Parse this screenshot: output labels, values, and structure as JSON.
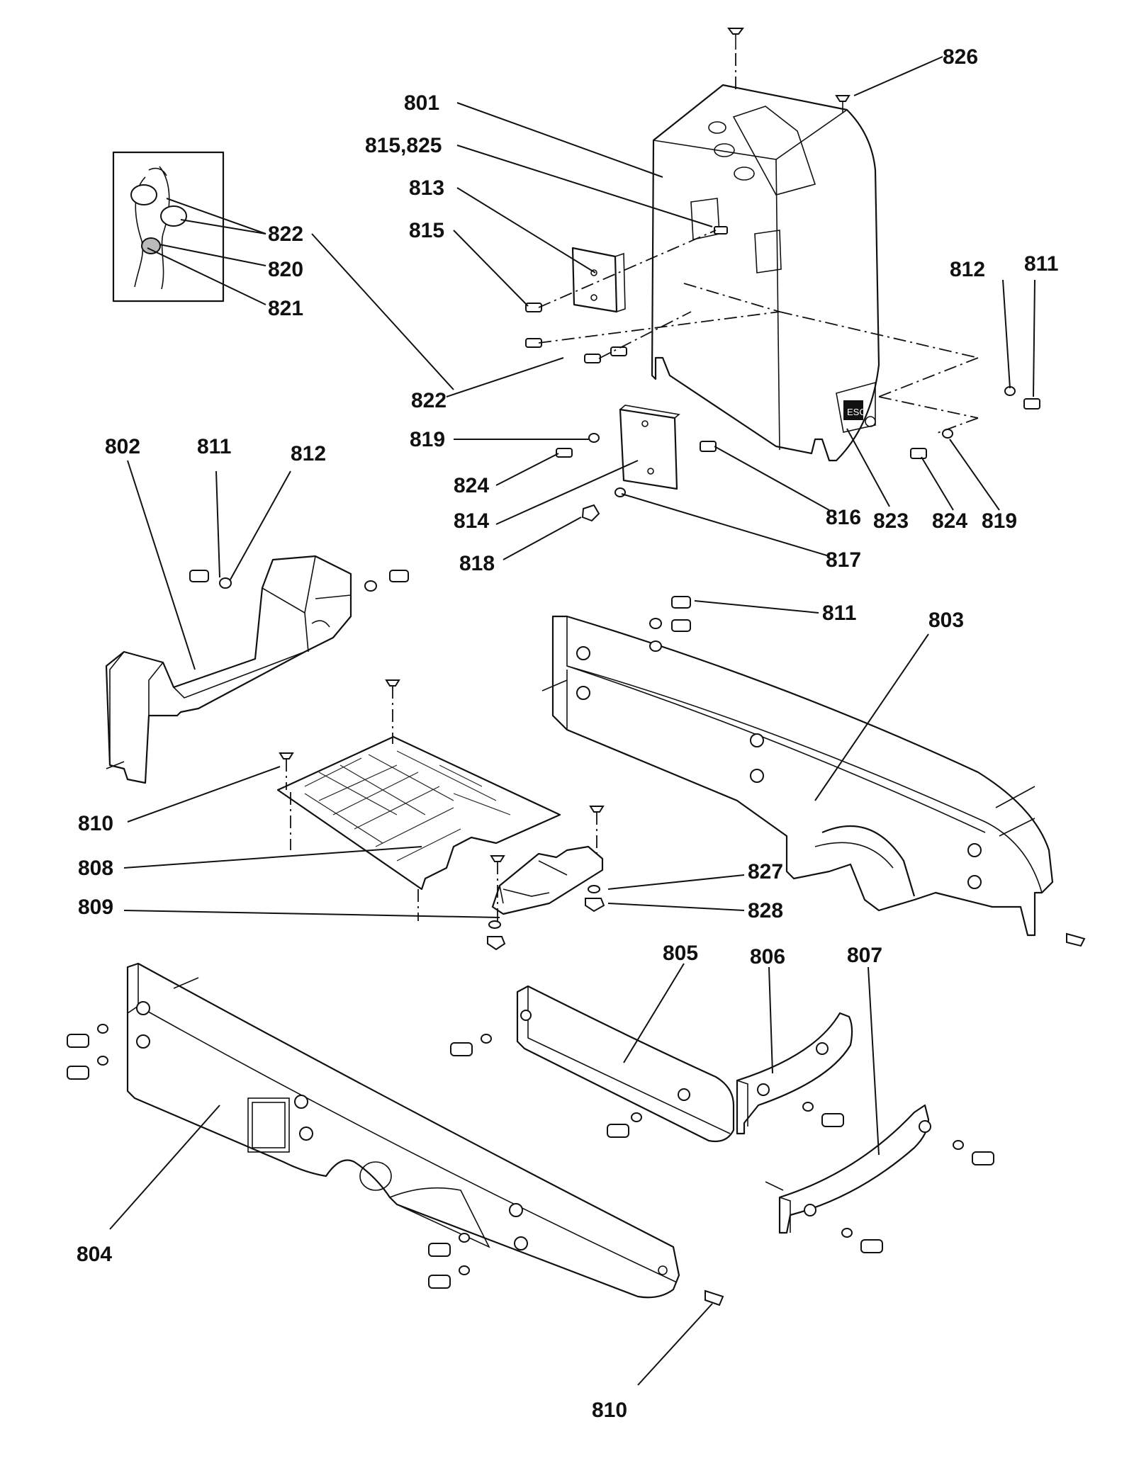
{
  "labels": {
    "l801": "801",
    "l802": "802",
    "l803": "803",
    "l804": "804",
    "l805": "805",
    "l806": "806",
    "l807": "807",
    "l808": "808",
    "l809": "809",
    "l810a": "810",
    "l810b": "810",
    "l811a": "811",
    "l811b": "811",
    "l811c": "811",
    "l812a": "812",
    "l812b": "812",
    "l813": "813",
    "l814": "814",
    "l815": "815",
    "l815_825": "815,825",
    "l816": "816",
    "l817": "817",
    "l818": "818",
    "l819a": "819",
    "l819b": "819",
    "l820": "820",
    "l821": "821",
    "l822a": "822",
    "l822b": "822",
    "l823": "823",
    "l824a": "824",
    "l824b": "824",
    "l826": "826",
    "l827": "827",
    "l828": "828"
  },
  "panel_badge_text": "ESC"
}
